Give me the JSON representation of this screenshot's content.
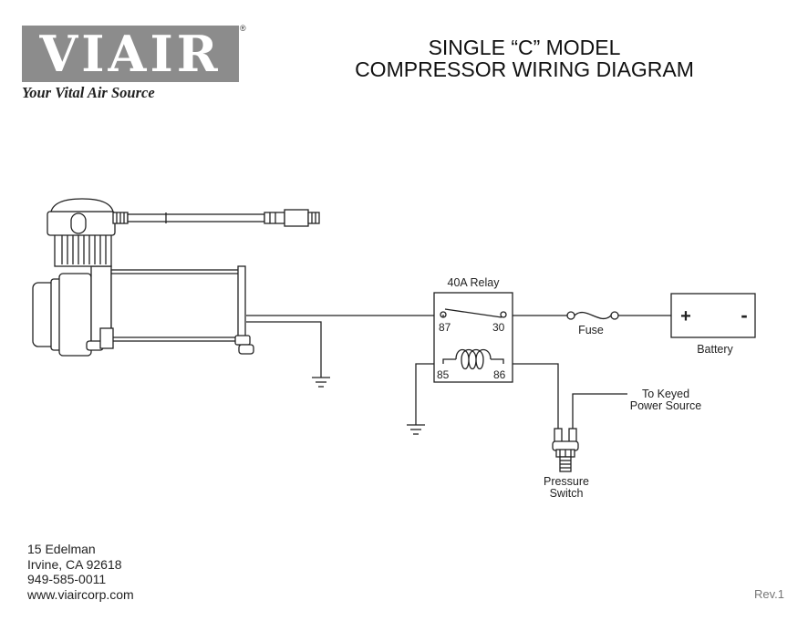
{
  "logo": {
    "wordmark": "VIAIR",
    "registered": "®",
    "tagline": "Your Vital Air Source"
  },
  "title": {
    "line1": "SINGLE “C” MODEL",
    "line2": "COMPRESSOR WIRING DIAGRAM"
  },
  "diagram": {
    "relay_label": "40A Relay",
    "pin_87": "87",
    "pin_30": "30",
    "pin_85": "85",
    "pin_86": "86",
    "fuse_label": "Fuse",
    "battery_plus": "+",
    "battery_minus": "-",
    "battery_label": "Battery",
    "keyed_line1": "To Keyed",
    "keyed_line2": "Power Source",
    "switch_line1": "Pressure",
    "switch_line2": "Switch"
  },
  "address": {
    "street": "15 Edelman",
    "city": "Irvine, CA 92618",
    "phone": "949-585-0011",
    "web": "www.viaircorp.com"
  },
  "revision": "Rev.1",
  "colors": {
    "logo_gray": "#8c8c8c",
    "line": "#222222"
  }
}
